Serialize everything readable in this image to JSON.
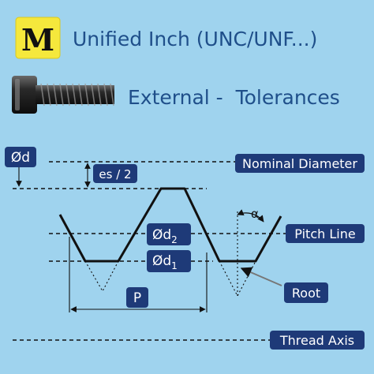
{
  "header": {
    "logo_letter": "M",
    "title_line1": "Unified Inch (UNC/UNF...)",
    "title_line2": "External -  Tolerances"
  },
  "labels": {
    "major_diameter": "Ød",
    "upper_deviation": "es / 2",
    "pitch_diameter": "Ød",
    "pitch_diameter_sub": "2",
    "minor_diameter": "Ød",
    "minor_diameter_sub": "1",
    "pitch": "P",
    "flank_angle": "α"
  },
  "lines": {
    "nominal_diameter": "Nominal Diameter",
    "pitch_line": "Pitch Line",
    "root": "Root",
    "thread_axis": "Thread Axis"
  },
  "colors": {
    "background": "#9fd3ee",
    "title": "#1f4f8a",
    "label_box": "#1e3a78",
    "logo_box": "#f5e83c",
    "thread_profile": "#111111"
  },
  "icons": {
    "logo": "m-logo-icon",
    "bolt": "hex-bolt-icon"
  }
}
